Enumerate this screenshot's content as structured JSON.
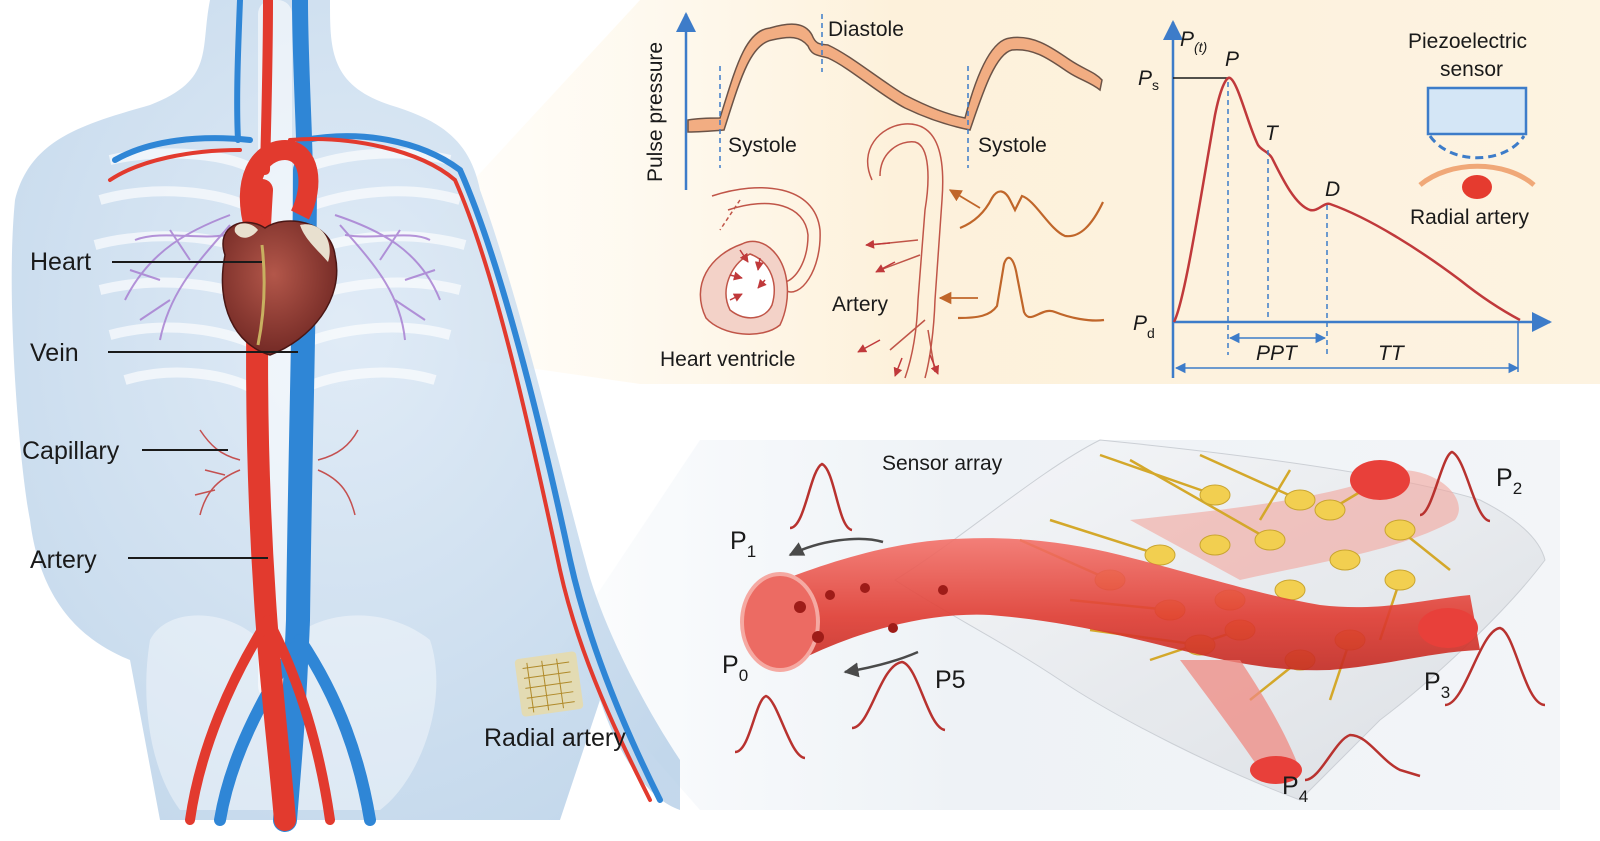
{
  "anatomy": {
    "labels": {
      "heart": "Heart",
      "vein": "Vein",
      "capillary": "Capillary",
      "artery": "Artery",
      "radial_artery": "Radial artery"
    }
  },
  "pulse_panel": {
    "y_axis_label": "Pulse pressure",
    "diastole_label": "Diastole",
    "systole_left_label": "Systole",
    "systole_right_label": "Systole",
    "ventricle_label": "Heart ventricle",
    "artery_label": "Artery"
  },
  "waveform_panel": {
    "y_axis_main": "P",
    "y_axis_sub": "(t)",
    "ps_main": "P",
    "ps_sub": "s",
    "pd_main": "P",
    "pd_sub": "d",
    "peak_p": "P",
    "peak_t": "T",
    "peak_d": "D",
    "ppt_label": "PPT",
    "tt_label": "TT",
    "sensor_label_line1": "Piezoelectric",
    "sensor_label_line2": "sensor",
    "radial_artery_label": "Radial artery",
    "colors": {
      "curve": "#c0393b",
      "axis": "#3d7cc9",
      "sensor_fill": "#d4e6f6",
      "skin": "#f0a878",
      "artery": "#e53b2f"
    }
  },
  "sensor_panel": {
    "title": "Sensor array",
    "points": [
      {
        "main": "P",
        "sub": "0"
      },
      {
        "main": "P",
        "sub": "1"
      },
      {
        "main": "P",
        "sub": "2"
      },
      {
        "main": "P",
        "sub": "3"
      },
      {
        "main": "P",
        "sub": "4"
      }
    ],
    "p5_label": "P5",
    "colors": {
      "vessel": "#e8403a",
      "electrode": "#f2cf50",
      "trace": "#d4a82a",
      "pulse": "#b8322f"
    }
  }
}
